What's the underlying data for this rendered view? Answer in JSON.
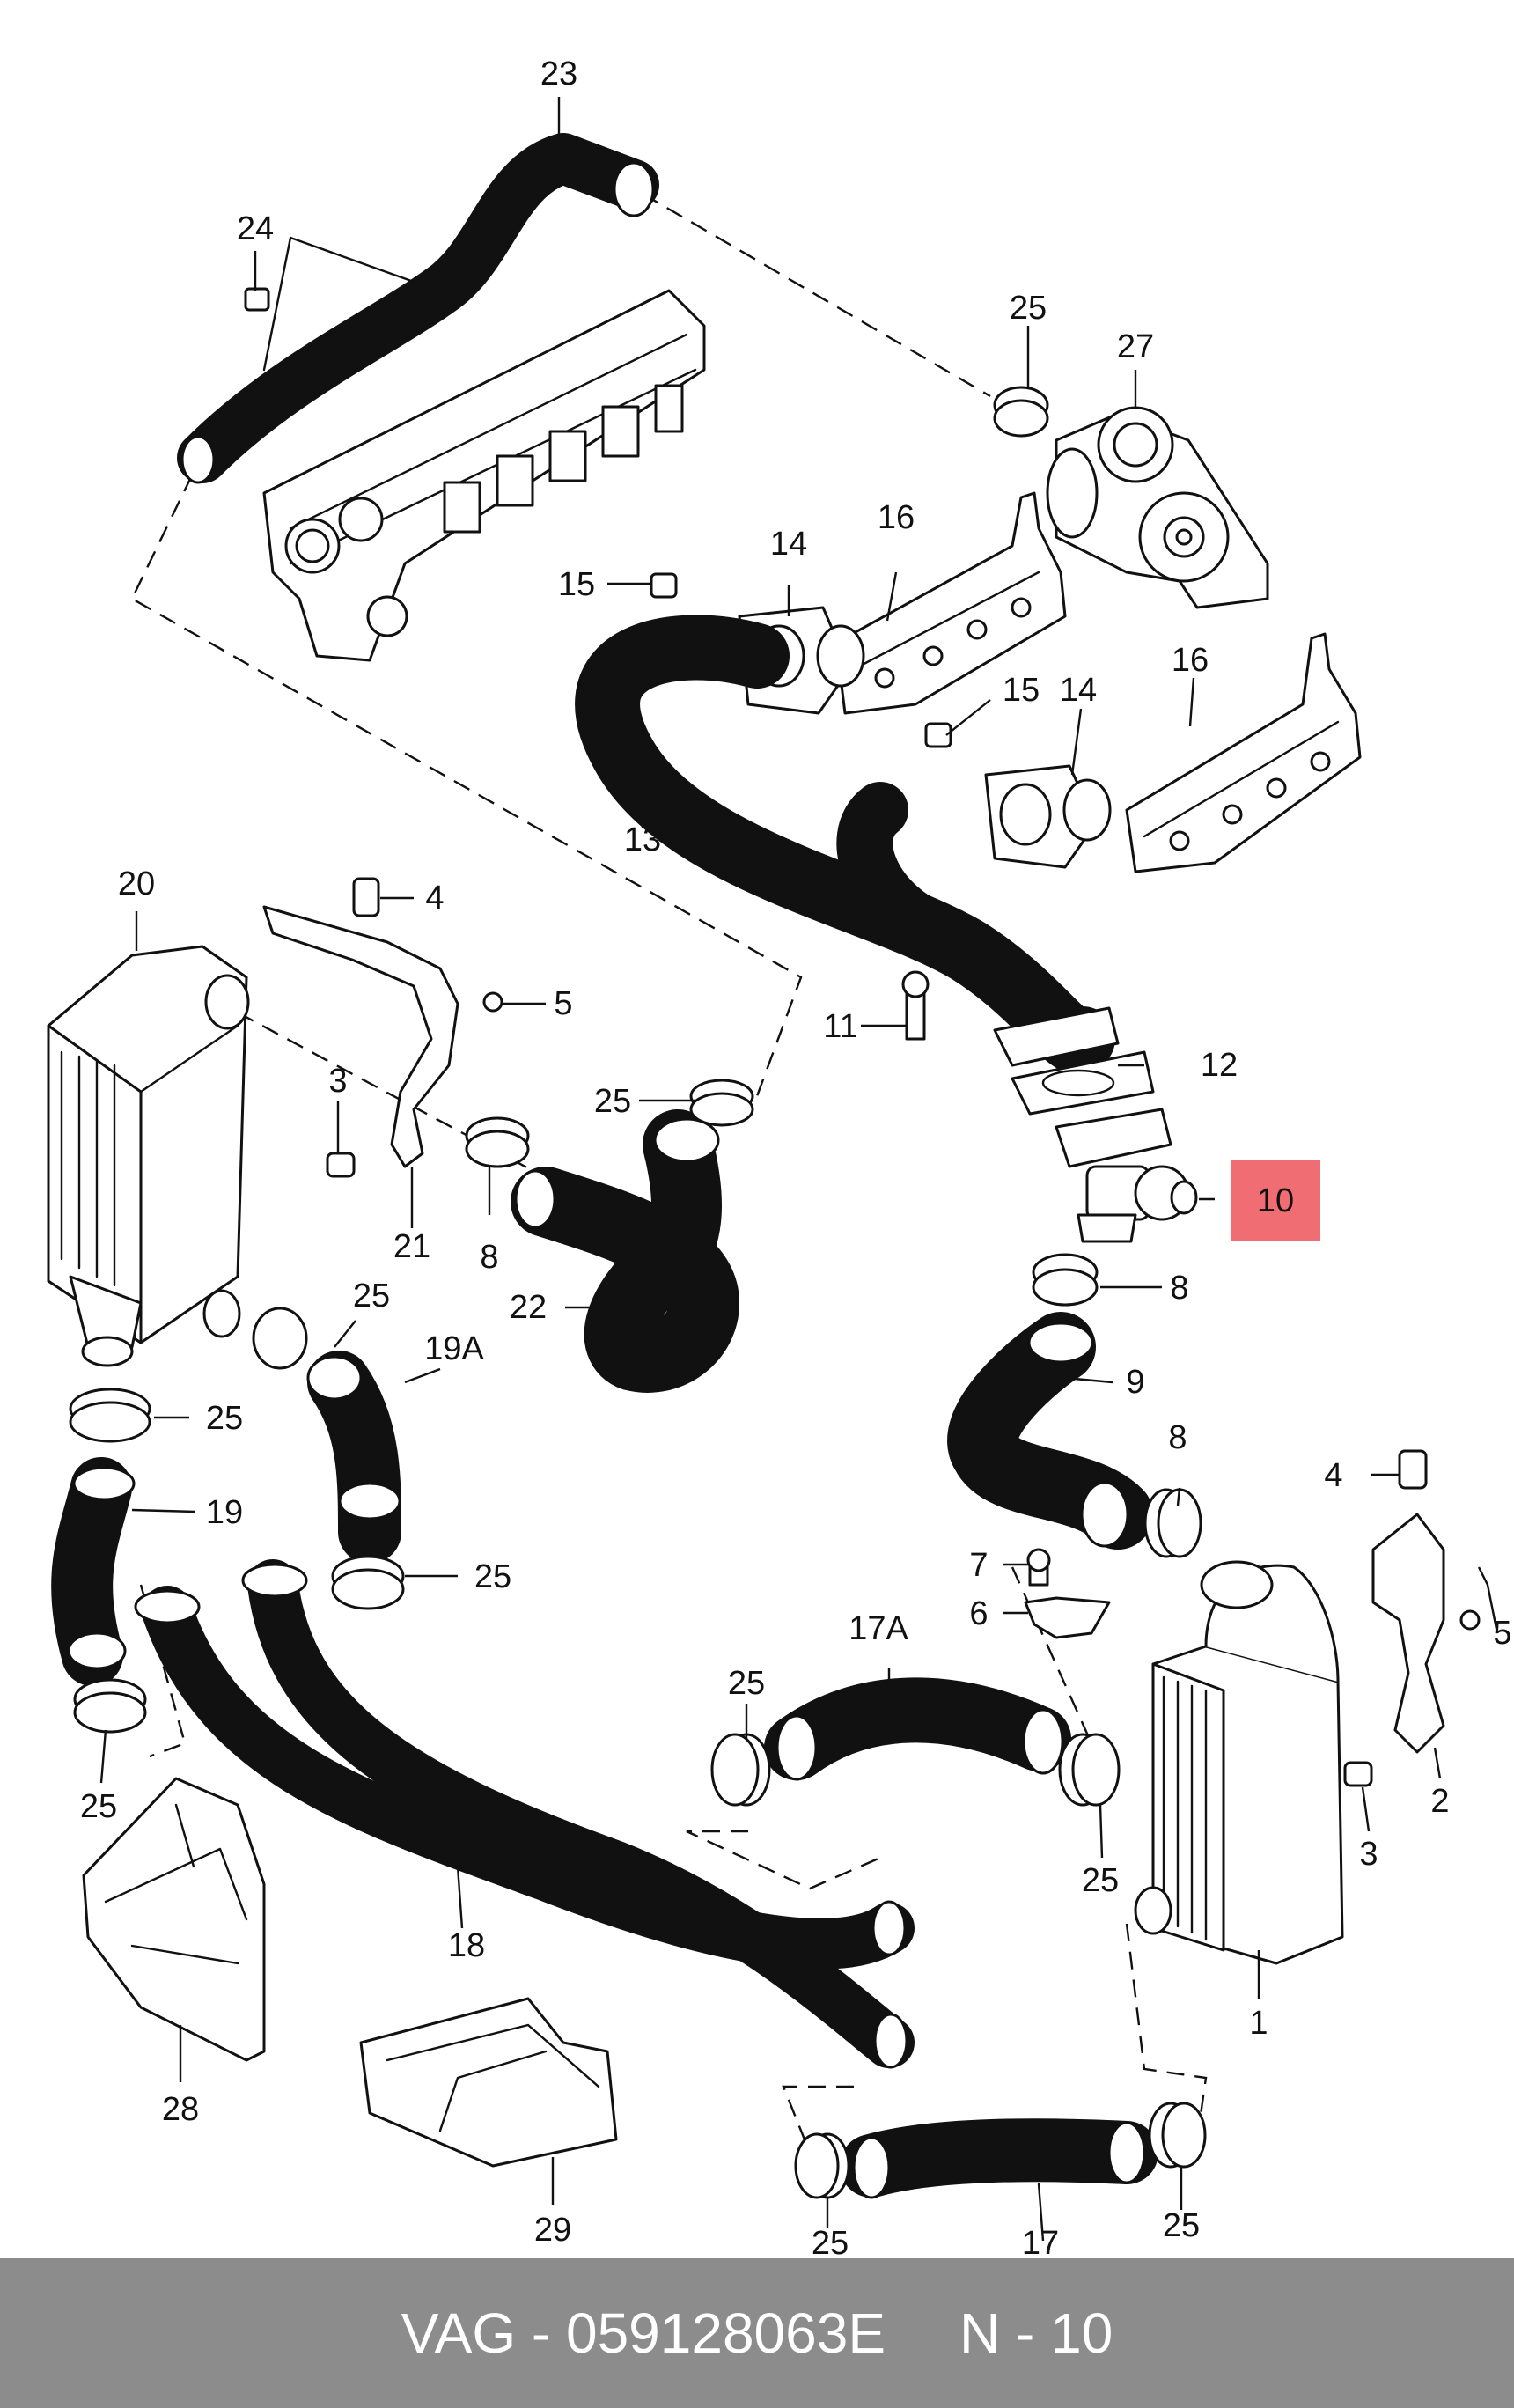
{
  "footer": {
    "brand_part": "VAG - 059128063E",
    "position": "N - 10"
  },
  "highlight_color": "#f06d73",
  "labels": {
    "l23": "23",
    "l24": "24",
    "l25a": "25",
    "l27": "27",
    "l14a": "14",
    "l16a": "16",
    "l15a": "15",
    "l15b": "15",
    "l14b": "14",
    "l16b": "16",
    "l13": "13",
    "l20": "20",
    "l4a": "4",
    "l5a": "5",
    "l3a": "3",
    "l21": "21",
    "l8a": "8",
    "l22": "22",
    "l25b": "25",
    "l11": "11",
    "l12": "12",
    "l10": "10",
    "l8b": "8",
    "l9": "9",
    "l25c": "25",
    "l19A": "19A",
    "l25d": "25",
    "l19": "19",
    "l25e": "25",
    "l25f": "25",
    "l8c": "8",
    "l4b": "4",
    "l5b": "5",
    "l7": "7",
    "l6": "6",
    "l17A": "17A",
    "l25g": "25",
    "l25h": "25",
    "l2": "2",
    "l3b": "3",
    "l18": "18",
    "l1": "1",
    "l28": "28",
    "l29": "29",
    "l25i": "25",
    "l17": "17",
    "l25j": "25"
  }
}
